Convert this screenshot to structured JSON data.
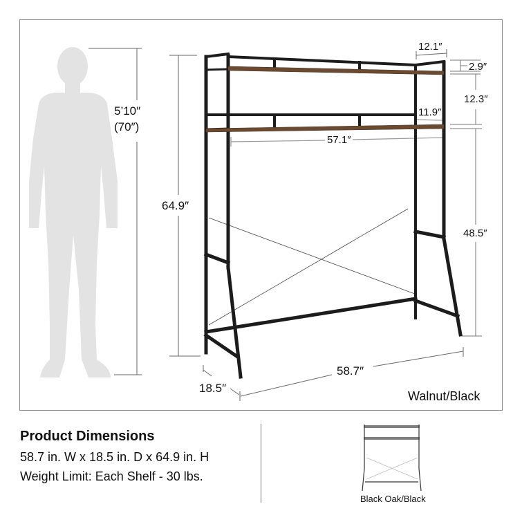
{
  "diagram": {
    "reference_person": {
      "height_label": "5’10″",
      "height_inches_label": "(70″)"
    },
    "dimensions": {
      "total_height": "64.9″",
      "top_shelf_depth": "12.1″",
      "top_rail_gap": "2.9″",
      "shelf_spacing": "12.3″",
      "lower_shelf_depth": "11.9″",
      "inner_width": "57.1″",
      "clearance_height": "48.5″",
      "overall_width": "58.7″",
      "overall_depth": "18.5″"
    },
    "finish_label": "Walnut/Black",
    "colors": {
      "frame": "#1c1c1c",
      "shelf_wood": "#6b4a32",
      "silhouette": "#e3e3e3",
      "dimension_line": "#555555",
      "border": "#8a8a8a"
    }
  },
  "product_info": {
    "title": "Product Dimensions",
    "dimensions_line": "58.7 in. W x 18.5 in. D x 64.9 in. H",
    "weight_line": "Weight Limit: Each Shelf - 30 lbs."
  },
  "alternate_finish": {
    "label": "Black Oak/Black"
  }
}
